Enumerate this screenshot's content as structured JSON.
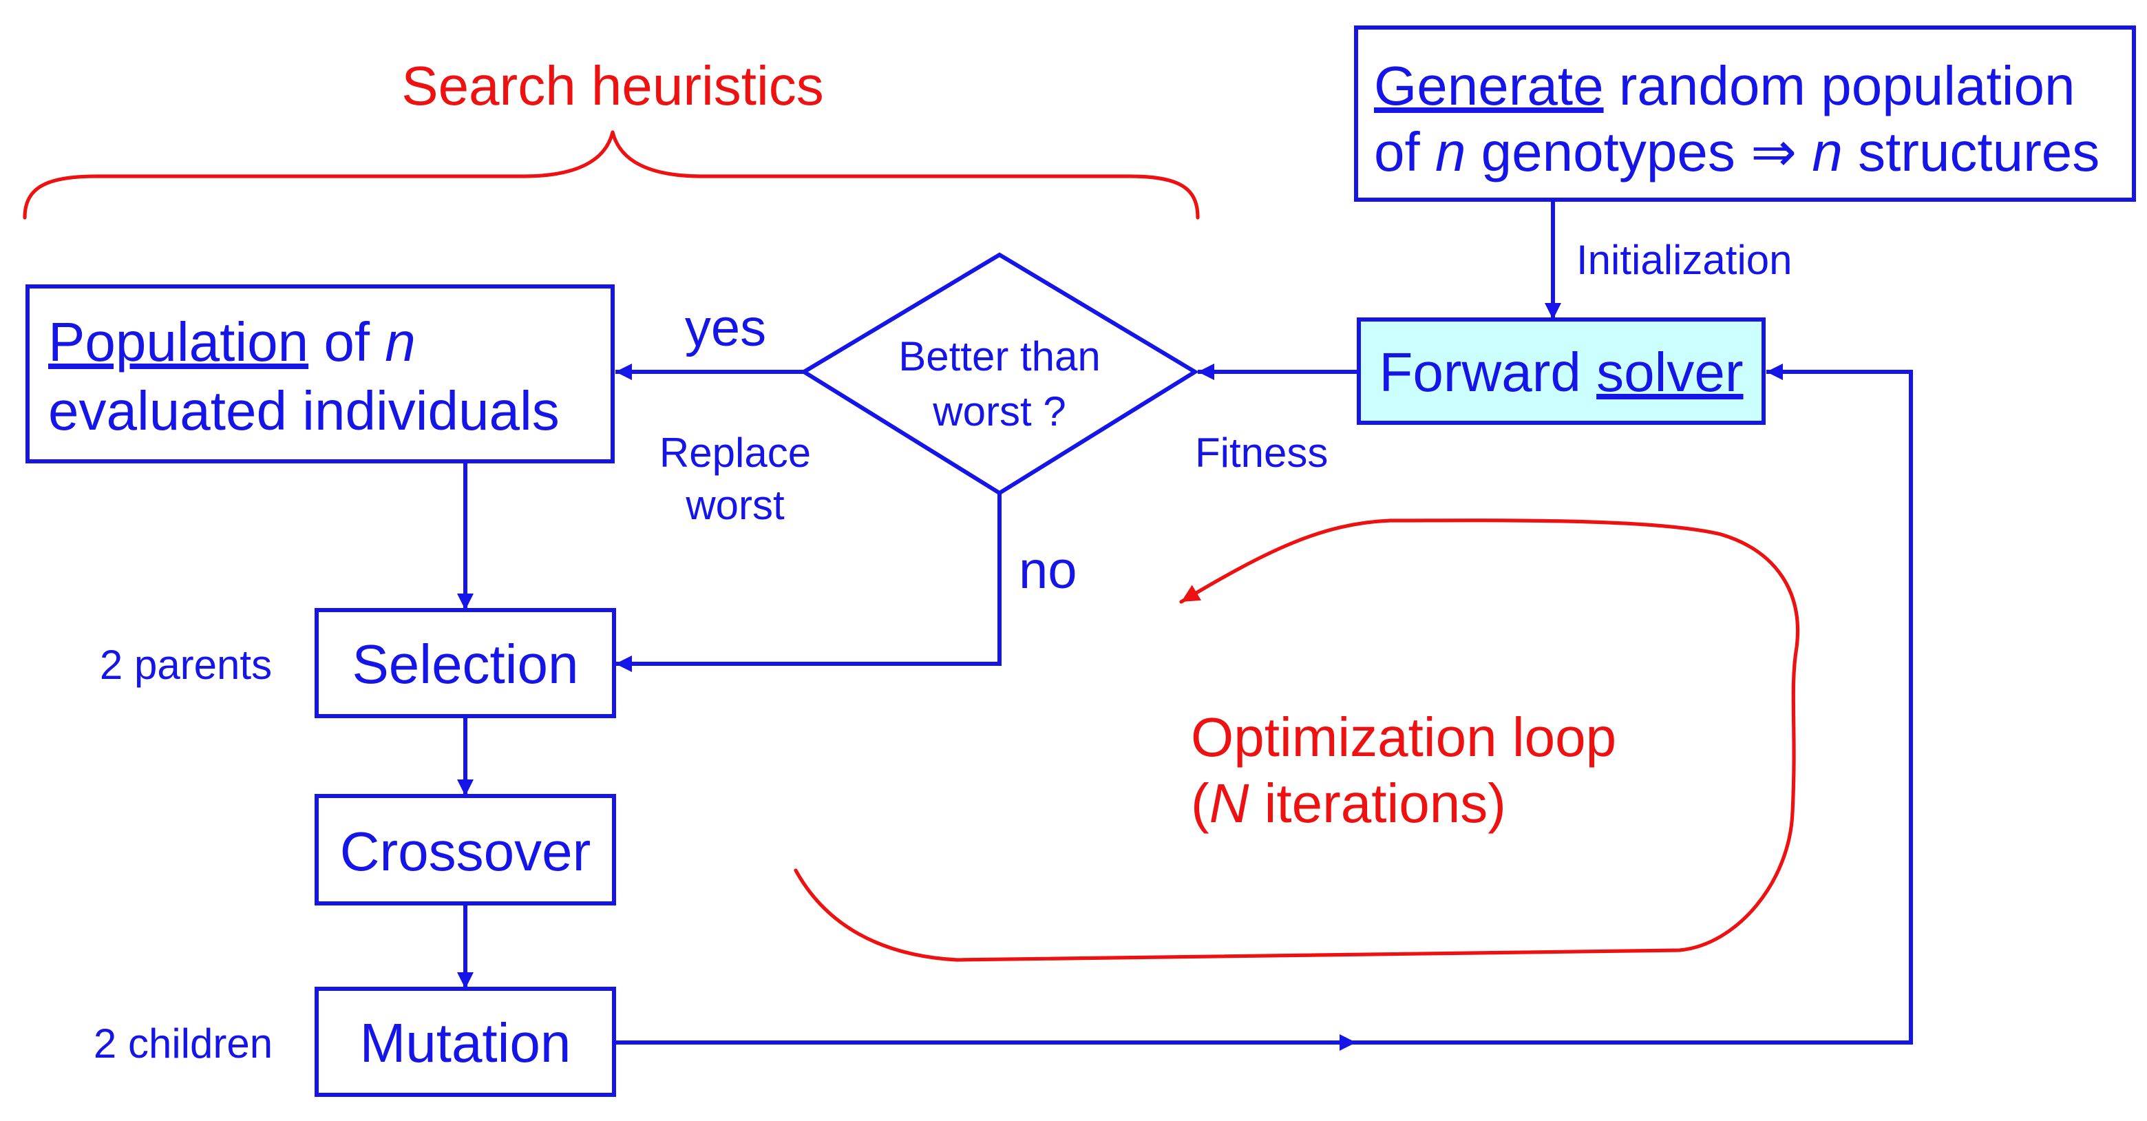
{
  "colors": {
    "flow": "#1515e8",
    "annotation": "#ee1111",
    "solver_fill": "#ccffff",
    "box_fill": "#ffffff"
  },
  "search_heuristics": "Search heuristics",
  "generate_box": {
    "line1_underlined": "Generate",
    "line1_rest": " random population",
    "line2_prefix": "of ",
    "line2_n1": "n",
    "line2_middle": " genotypes ⇒ ",
    "line2_n2": "n",
    "line2_suffix": " structures"
  },
  "initialization_label": "Initialization",
  "forward_solver": {
    "prefix": "Forward ",
    "underlined": "solver"
  },
  "fitness_label": "Fitness",
  "decision": {
    "line1": "Better than",
    "line2": "worst ?"
  },
  "yes_label": "yes",
  "replace_worst": {
    "line1": "Replace",
    "line2": "worst"
  },
  "no_label": "no",
  "population_box": {
    "underlined": "Population",
    "middle": " of ",
    "n": "n",
    "line2": "evaluated individuals"
  },
  "selection": "Selection",
  "parents_label": "2 parents",
  "crossover": "Crossover",
  "mutation": "Mutation",
  "children_label": "2 children",
  "optimization_loop": {
    "line1": "Optimization loop",
    "line2_open": "(",
    "line2_N": "N",
    "line2_rest": " iterations)"
  }
}
